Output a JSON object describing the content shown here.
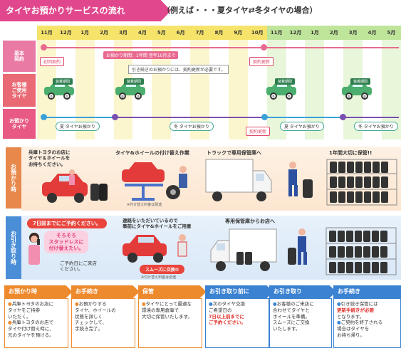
{
  "header": {
    "title": "タイヤお預かりサービスの流れ",
    "subtitle": "（例えば・・・夏タイヤ⇄冬タイヤの場合）"
  },
  "months": [
    "11月",
    "12月",
    "1月",
    "2月",
    "3月",
    "4月",
    "5月",
    "6月",
    "7月",
    "8月",
    "9月",
    "10月",
    "11月",
    "12月",
    "1月",
    "2月",
    "3月",
    "4月",
    "5月"
  ],
  "rows": {
    "contract": "基本\n契約",
    "in_use": "お客様\nご使用\nタイヤ",
    "stored": "お預かり\nタイヤ"
  },
  "timeline": {
    "initial_contract": "初回契約",
    "period": "お預かり期間：1年間 翌年10月まで",
    "renew_note": "引き続きのお預かりには、契約更新が必要です。",
    "renew": "契約更新",
    "winter_use": "冬",
    "summer_use": "夏",
    "summer_storage": "夏 タイヤお預かり",
    "winter_storage": "冬 タイヤお預かり",
    "use_tag": "装着期間"
  },
  "sections": {
    "drop_off": "お預かり時",
    "pick_up": "お引き取り時"
  },
  "drop_off": {
    "step1": "兵庫トヨタのお店に\nタイヤ＆ホイールを\nお持ちください。",
    "step2": "タイヤ&ホイールの付け替え作業",
    "step2_note": "※付け替え料金は別途",
    "step3": "トラックで専用保管庫へ",
    "step4": "1年間大切に保管!!"
  },
  "pick_up": {
    "reserve": "7日前までにご予約ください。",
    "bubble": "そろそろ\nスタッドレスに\n付け替えたい。",
    "visit": "ご予約日にご来店\nください。",
    "contact": "連絡をいただいているので\n事前にタイヤ&ホイールをご用意",
    "smooth": "スムーズに交換!!",
    "smooth_note": "※付け替え料金は別途",
    "from_storage": "専用保管庫からお店へ"
  },
  "steps": [
    {
      "head": "お預かり時",
      "color": "o",
      "items": [
        "兵庫トヨタのお店に\nタイヤをご持参\nいただく。",
        "兵庫トヨタのお店で\nタイヤ付け替え時に、\n元のタイヤを預ける。"
      ]
    },
    {
      "head": "お手続き",
      "color": "o",
      "items": [
        "お預かりする\nタイヤ、ホイールの\n状態を詳しく\nチェックして、\n手続き完了。"
      ]
    },
    {
      "head": "保管",
      "color": "o",
      "items": [
        "タイヤにとって最適な\n環境の専用倉庫で\n大切に保管いたします。"
      ]
    },
    {
      "head": "お引き取り前に",
      "color": "b",
      "items": [
        "次のタイヤ交換\nご希望日の",
        "7日以上前までに\nご予約ください。"
      ]
    },
    {
      "head": "お引き取り",
      "color": "b",
      "items": [
        "お客様のご来店に\n合わせてタイヤと\nホイールを準備。\nスムーズにご交換\nいたします。"
      ]
    },
    {
      "head": "お手続き",
      "color": "b",
      "items": [
        "引き続き保管には\n",
        "更新手続きが必要",
        "\nとなります。",
        "ご契約を終了される\n場合はタイヤを\nお持ち帰り。"
      ]
    }
  ],
  "colors": {
    "pink": "#e1478c",
    "orange": "#ee8a2e",
    "blue": "#3b82d2",
    "yellow": "#f5e36a",
    "green": "#bfe59a"
  }
}
